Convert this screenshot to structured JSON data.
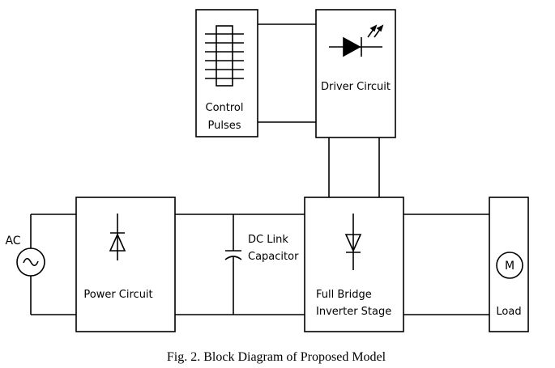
{
  "blocks": {
    "control_pulses": [
      "Control",
      "Pulses"
    ],
    "driver_circuit": "Driver Circuit",
    "power_circuit": "Power Circuit",
    "dc_link": [
      "DC Link",
      "Capacitor"
    ],
    "inverter": [
      "Full Bridge",
      "Inverter Stage"
    ],
    "load": "Load",
    "motor_symbol": "M",
    "ac_source": "AC"
  },
  "caption": "Fig. 2. Block Diagram of Proposed Model",
  "icons": {
    "control": "ic-chip-icon",
    "driver": "led-diode-icon",
    "power": "diode-icon",
    "dc_link": "capacitor-icon",
    "inverter": "diode-icon",
    "load": "motor-icon",
    "source": "ac-source-icon"
  }
}
